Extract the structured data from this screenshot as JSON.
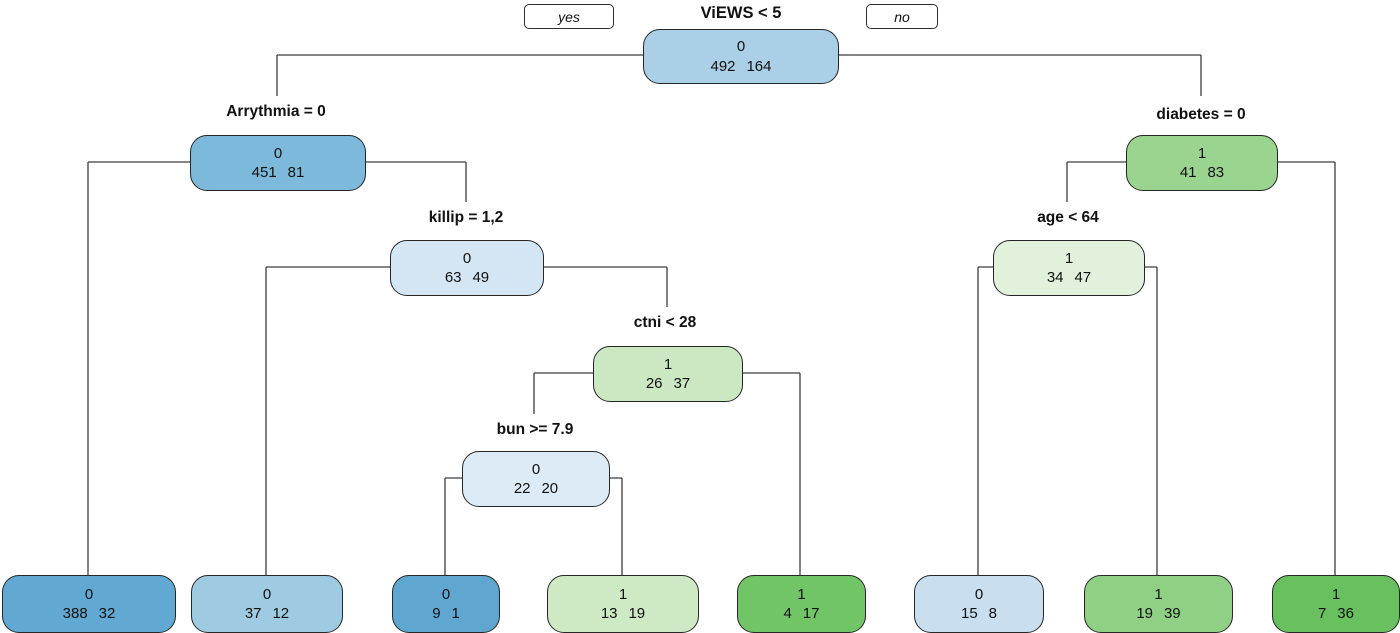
{
  "title": "ViEWS < 5",
  "edge_labels": {
    "yes": "yes",
    "no": "no"
  },
  "tree": {
    "root": {
      "split": "ViEWS < 5",
      "class": "0",
      "counts": "492 164",
      "color": "#abcfe6"
    },
    "arrythmia": {
      "label": "Arrythmia = 0",
      "class": "0",
      "counts": "451 81",
      "color": "#7db9da"
    },
    "killip": {
      "label": "killip = 1,2",
      "class": "0",
      "counts": "63 49",
      "color": "#d4e6f3"
    },
    "ctni": {
      "label": "ctni < 28",
      "class": "1",
      "counts": "26 37",
      "color": "#cbe8c3"
    },
    "bun": {
      "label": "bun >= 7.9",
      "class": "0",
      "counts": "22 20",
      "color": "#ddebf6"
    },
    "diabetes": {
      "label": "diabetes = 0",
      "class": "1",
      "counts": "41 83",
      "color": "#9bd48f"
    },
    "age": {
      "label": "age < 64",
      "class": "1",
      "counts": "34 47",
      "color": "#e1f1dc"
    },
    "leaf1": {
      "class": "0",
      "counts": "388 32",
      "color": "#61a8d2"
    },
    "leaf2": {
      "class": "0",
      "counts": "37 12",
      "color": "#9ecbe2"
    },
    "leaf3": {
      "class": "0",
      "counts": "9 1",
      "color": "#5fa6d1"
    },
    "leaf4": {
      "class": "1",
      "counts": "13 19",
      "color": "#cdeac5"
    },
    "leaf5": {
      "class": "1",
      "counts": "4 17",
      "color": "#72c567"
    },
    "leaf6": {
      "class": "0",
      "counts": "15 8",
      "color": "#c9dff0"
    },
    "leaf7": {
      "class": "1",
      "counts": "19 39",
      "color": "#90d085"
    },
    "leaf8": {
      "class": "1",
      "counts": "7 36",
      "color": "#68c05e"
    }
  }
}
